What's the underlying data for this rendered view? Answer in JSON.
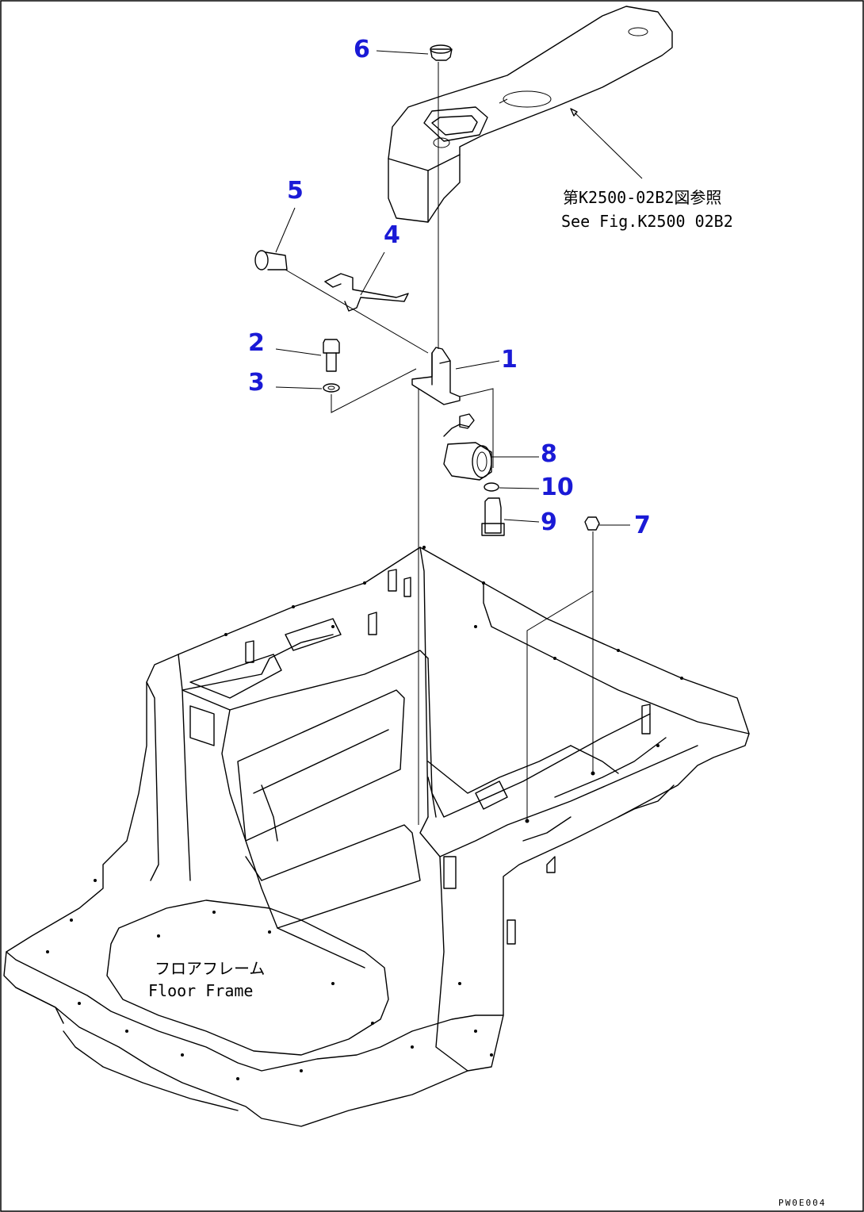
{
  "callouts": [
    {
      "id": "1",
      "label": "1"
    },
    {
      "id": "2",
      "label": "2"
    },
    {
      "id": "3",
      "label": "3"
    },
    {
      "id": "4",
      "label": "4"
    },
    {
      "id": "5",
      "label": "5"
    },
    {
      "id": "6",
      "label": "6"
    },
    {
      "id": "7",
      "label": "7"
    },
    {
      "id": "8",
      "label": "8"
    },
    {
      "id": "9",
      "label": "9"
    },
    {
      "id": "10",
      "label": "10"
    }
  ],
  "notes": {
    "reference_jp": "第K2500-02B2図参照",
    "reference_en": "See Fig.K2500 02B2",
    "floor_frame_jp": "フロアフレーム",
    "floor_frame_en": "Floor Frame"
  },
  "drawing_code": "PW0E004"
}
